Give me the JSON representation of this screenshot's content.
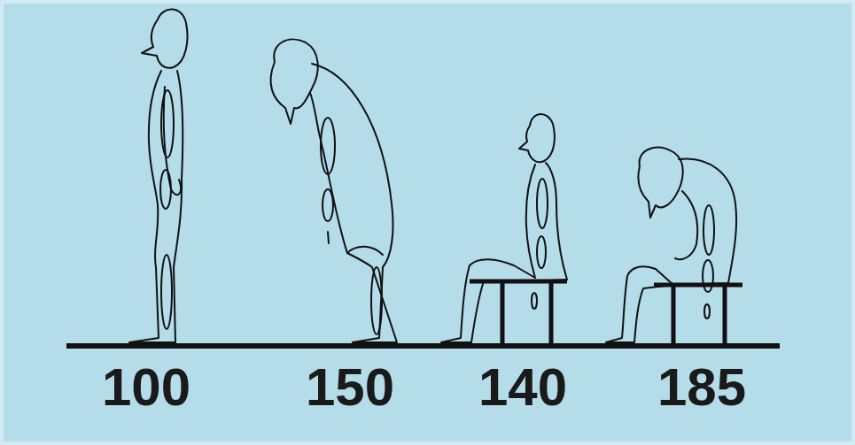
{
  "diagram": {
    "labels": [
      "100",
      "150",
      "140",
      "185"
    ]
  }
}
